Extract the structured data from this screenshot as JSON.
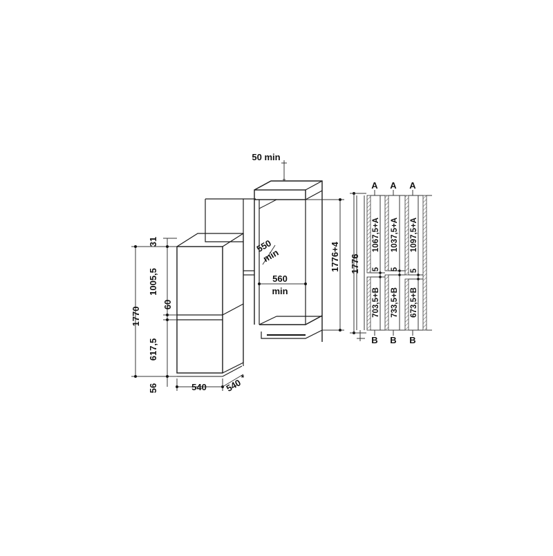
{
  "dimensions": {
    "top_gap": "50 min",
    "depth_min": "550",
    "depth_min_unit": "min",
    "width_min": "560",
    "width_min_unit": "min",
    "niche_height": "1776+4",
    "appliance_top_offset": "31",
    "upper_door_height": "1005,5",
    "door_gap": "60",
    "total_height": "1770",
    "lower_door_height": "617,5",
    "plinth": "56",
    "width": "540",
    "depth": "540",
    "depth_note": "*"
  },
  "door_panel_configs": {
    "overall_height": "1776",
    "gap": "5",
    "top_letter": "A",
    "bottom_letter": "B",
    "configs": [
      {
        "upper": "1067,5+A",
        "lower": "703,5+B"
      },
      {
        "upper": "1037,5+A",
        "lower": "733,5+B"
      },
      {
        "upper": "1097,5+A",
        "lower": "673,5+B"
      }
    ]
  },
  "colors": {
    "line": "#1a1a1a",
    "background": "#ffffff"
  }
}
